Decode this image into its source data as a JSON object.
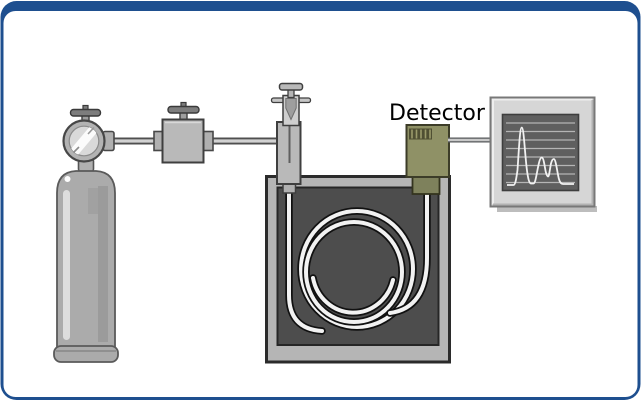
{
  "diagram": {
    "type": "gas-chromatography-schematic",
    "labels": {
      "detector": "Detector"
    },
    "components": [
      "carrier-gas-cylinder",
      "pressure-regulator-gauge",
      "flow-control-valve",
      "injector-syringe",
      "column-oven",
      "capillary-column-coil",
      "detector",
      "signal-cable",
      "display-monitor-chromatogram"
    ],
    "colors": {
      "border_blue": "#1e4f8f",
      "background": "#ffffff",
      "metal_gray": "#ababab",
      "metal_gray_mid": "#b9b9b9",
      "metal_gray_light": "#d9d9d9",
      "outline_dark": "#3f3f3f",
      "pipe_dark": "#4f4f4f",
      "pipe_light": "#d2d2d2",
      "oven_frame": "#b5b5b5",
      "oven_interior": "#4d4d4d",
      "column_tube_white": "#f2f2f2",
      "column_tube_outline": "#111111",
      "detector_body": "#8f9166",
      "detector_neck": "#7e815c",
      "detector_vent": "#4f4f33",
      "monitor_body": "#d6d6d6",
      "monitor_screen": "#5f5f5f",
      "screen_line": "#b5b5b5",
      "trace_white": "#f2f2f2",
      "label_text": "#000000"
    }
  }
}
